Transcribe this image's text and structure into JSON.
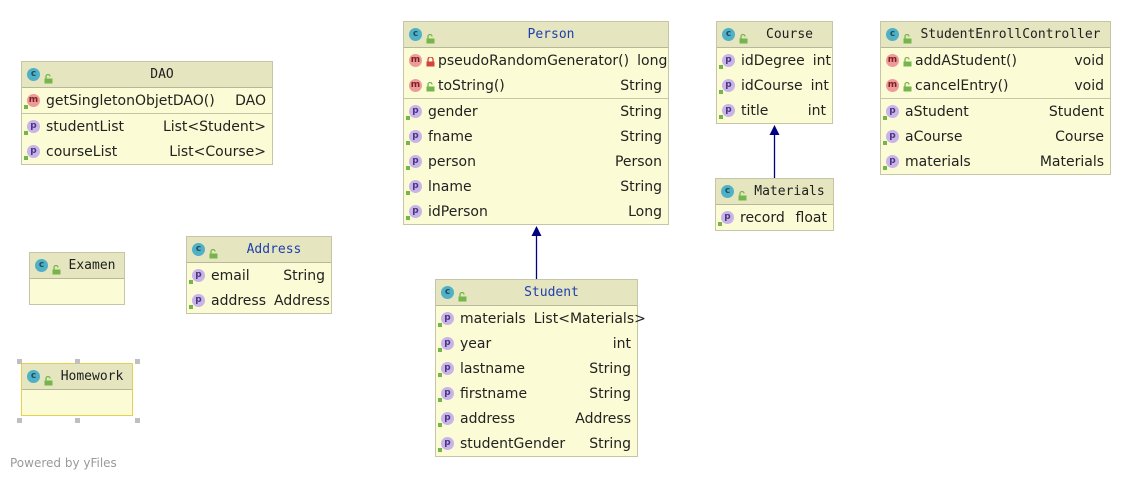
{
  "diagram": {
    "classes": [
      {
        "id": "dao",
        "name": "DAO",
        "style": "dark",
        "sections": [
          [
            {
              "kind": "method",
              "name": "getSingletonObjetDAO()",
              "type": "DAO",
              "vis": ""
            }
          ],
          [
            {
              "kind": "prop",
              "name": "studentList",
              "type": "List<Student>"
            },
            {
              "kind": "prop",
              "name": "courseList",
              "type": "List<Course>"
            }
          ]
        ]
      },
      {
        "id": "person",
        "name": "Person",
        "style": "blue",
        "sections": [
          [
            {
              "kind": "method",
              "name": "pseudoRandomGenerator()",
              "type": "long",
              "vis": "private"
            },
            {
              "kind": "method",
              "name": "toString()",
              "type": "String",
              "vis": "public"
            }
          ],
          [
            {
              "kind": "prop",
              "name": "gender",
              "type": "String"
            },
            {
              "kind": "prop",
              "name": "fname",
              "type": "String"
            },
            {
              "kind": "prop",
              "name": "person",
              "type": "Person"
            },
            {
              "kind": "prop",
              "name": "lname",
              "type": "String"
            },
            {
              "kind": "prop",
              "name": "idPerson",
              "type": "Long"
            }
          ]
        ]
      },
      {
        "id": "course",
        "name": "Course",
        "style": "dark",
        "sections": [
          [
            {
              "kind": "prop",
              "name": "idDegree",
              "type": "int"
            },
            {
              "kind": "prop",
              "name": "idCourse",
              "type": "int"
            },
            {
              "kind": "prop",
              "name": "title",
              "type": "int"
            }
          ]
        ]
      },
      {
        "id": "controller",
        "name": "StudentEnrollController",
        "style": "dark",
        "sections": [
          [
            {
              "kind": "method",
              "name": "addAStudent()",
              "type": "void",
              "vis": "public"
            },
            {
              "kind": "method",
              "name": "cancelEntry()",
              "type": "void",
              "vis": "public"
            }
          ],
          [
            {
              "kind": "prop",
              "name": "aStudent",
              "type": "Student"
            },
            {
              "kind": "prop",
              "name": "aCourse",
              "type": "Course"
            },
            {
              "kind": "prop",
              "name": "materials",
              "type": "Materials"
            }
          ]
        ]
      },
      {
        "id": "materials",
        "name": "Materials",
        "style": "dark",
        "sections": [
          [
            {
              "kind": "prop",
              "name": "record",
              "type": "float"
            }
          ]
        ]
      },
      {
        "id": "examen",
        "name": "Examen",
        "style": "dark",
        "sections": []
      },
      {
        "id": "address",
        "name": "Address",
        "style": "blue",
        "sections": [
          [
            {
              "kind": "prop",
              "name": "email",
              "type": "String"
            },
            {
              "kind": "prop",
              "name": "address",
              "type": "Address"
            }
          ]
        ]
      },
      {
        "id": "homework",
        "name": "Homework",
        "style": "dark",
        "selected": true,
        "sections": []
      },
      {
        "id": "student",
        "name": "Student",
        "style": "blue",
        "sections": [
          [
            {
              "kind": "prop",
              "name": "materials",
              "type": "List<Materials>"
            },
            {
              "kind": "prop",
              "name": "year",
              "type": "int"
            },
            {
              "kind": "prop",
              "name": "lastname",
              "type": "String"
            },
            {
              "kind": "prop",
              "name": "firstname",
              "type": "String"
            },
            {
              "kind": "prop",
              "name": "address",
              "type": "Address"
            },
            {
              "kind": "prop",
              "name": "studentGender",
              "type": "String"
            }
          ]
        ]
      }
    ],
    "edges": [
      {
        "from": "student",
        "to": "person",
        "kind": "inheritance"
      },
      {
        "from": "materials",
        "to": "course",
        "kind": "inheritance"
      }
    ],
    "icons": {
      "class": "c-circle-icon",
      "method": "m-circle-icon",
      "property": "p-circle-icon",
      "public": "open-lock-icon",
      "private": "lock-icon"
    },
    "colors": {
      "header_bg": "#e5e5c0",
      "body_bg": "#fbfbd5",
      "border": "#c6c6a6",
      "blue_name": "#1f3fae",
      "edge": "#000080",
      "selection": "#e6d24a"
    }
  },
  "footer": {
    "text": "Powered by yFiles"
  }
}
